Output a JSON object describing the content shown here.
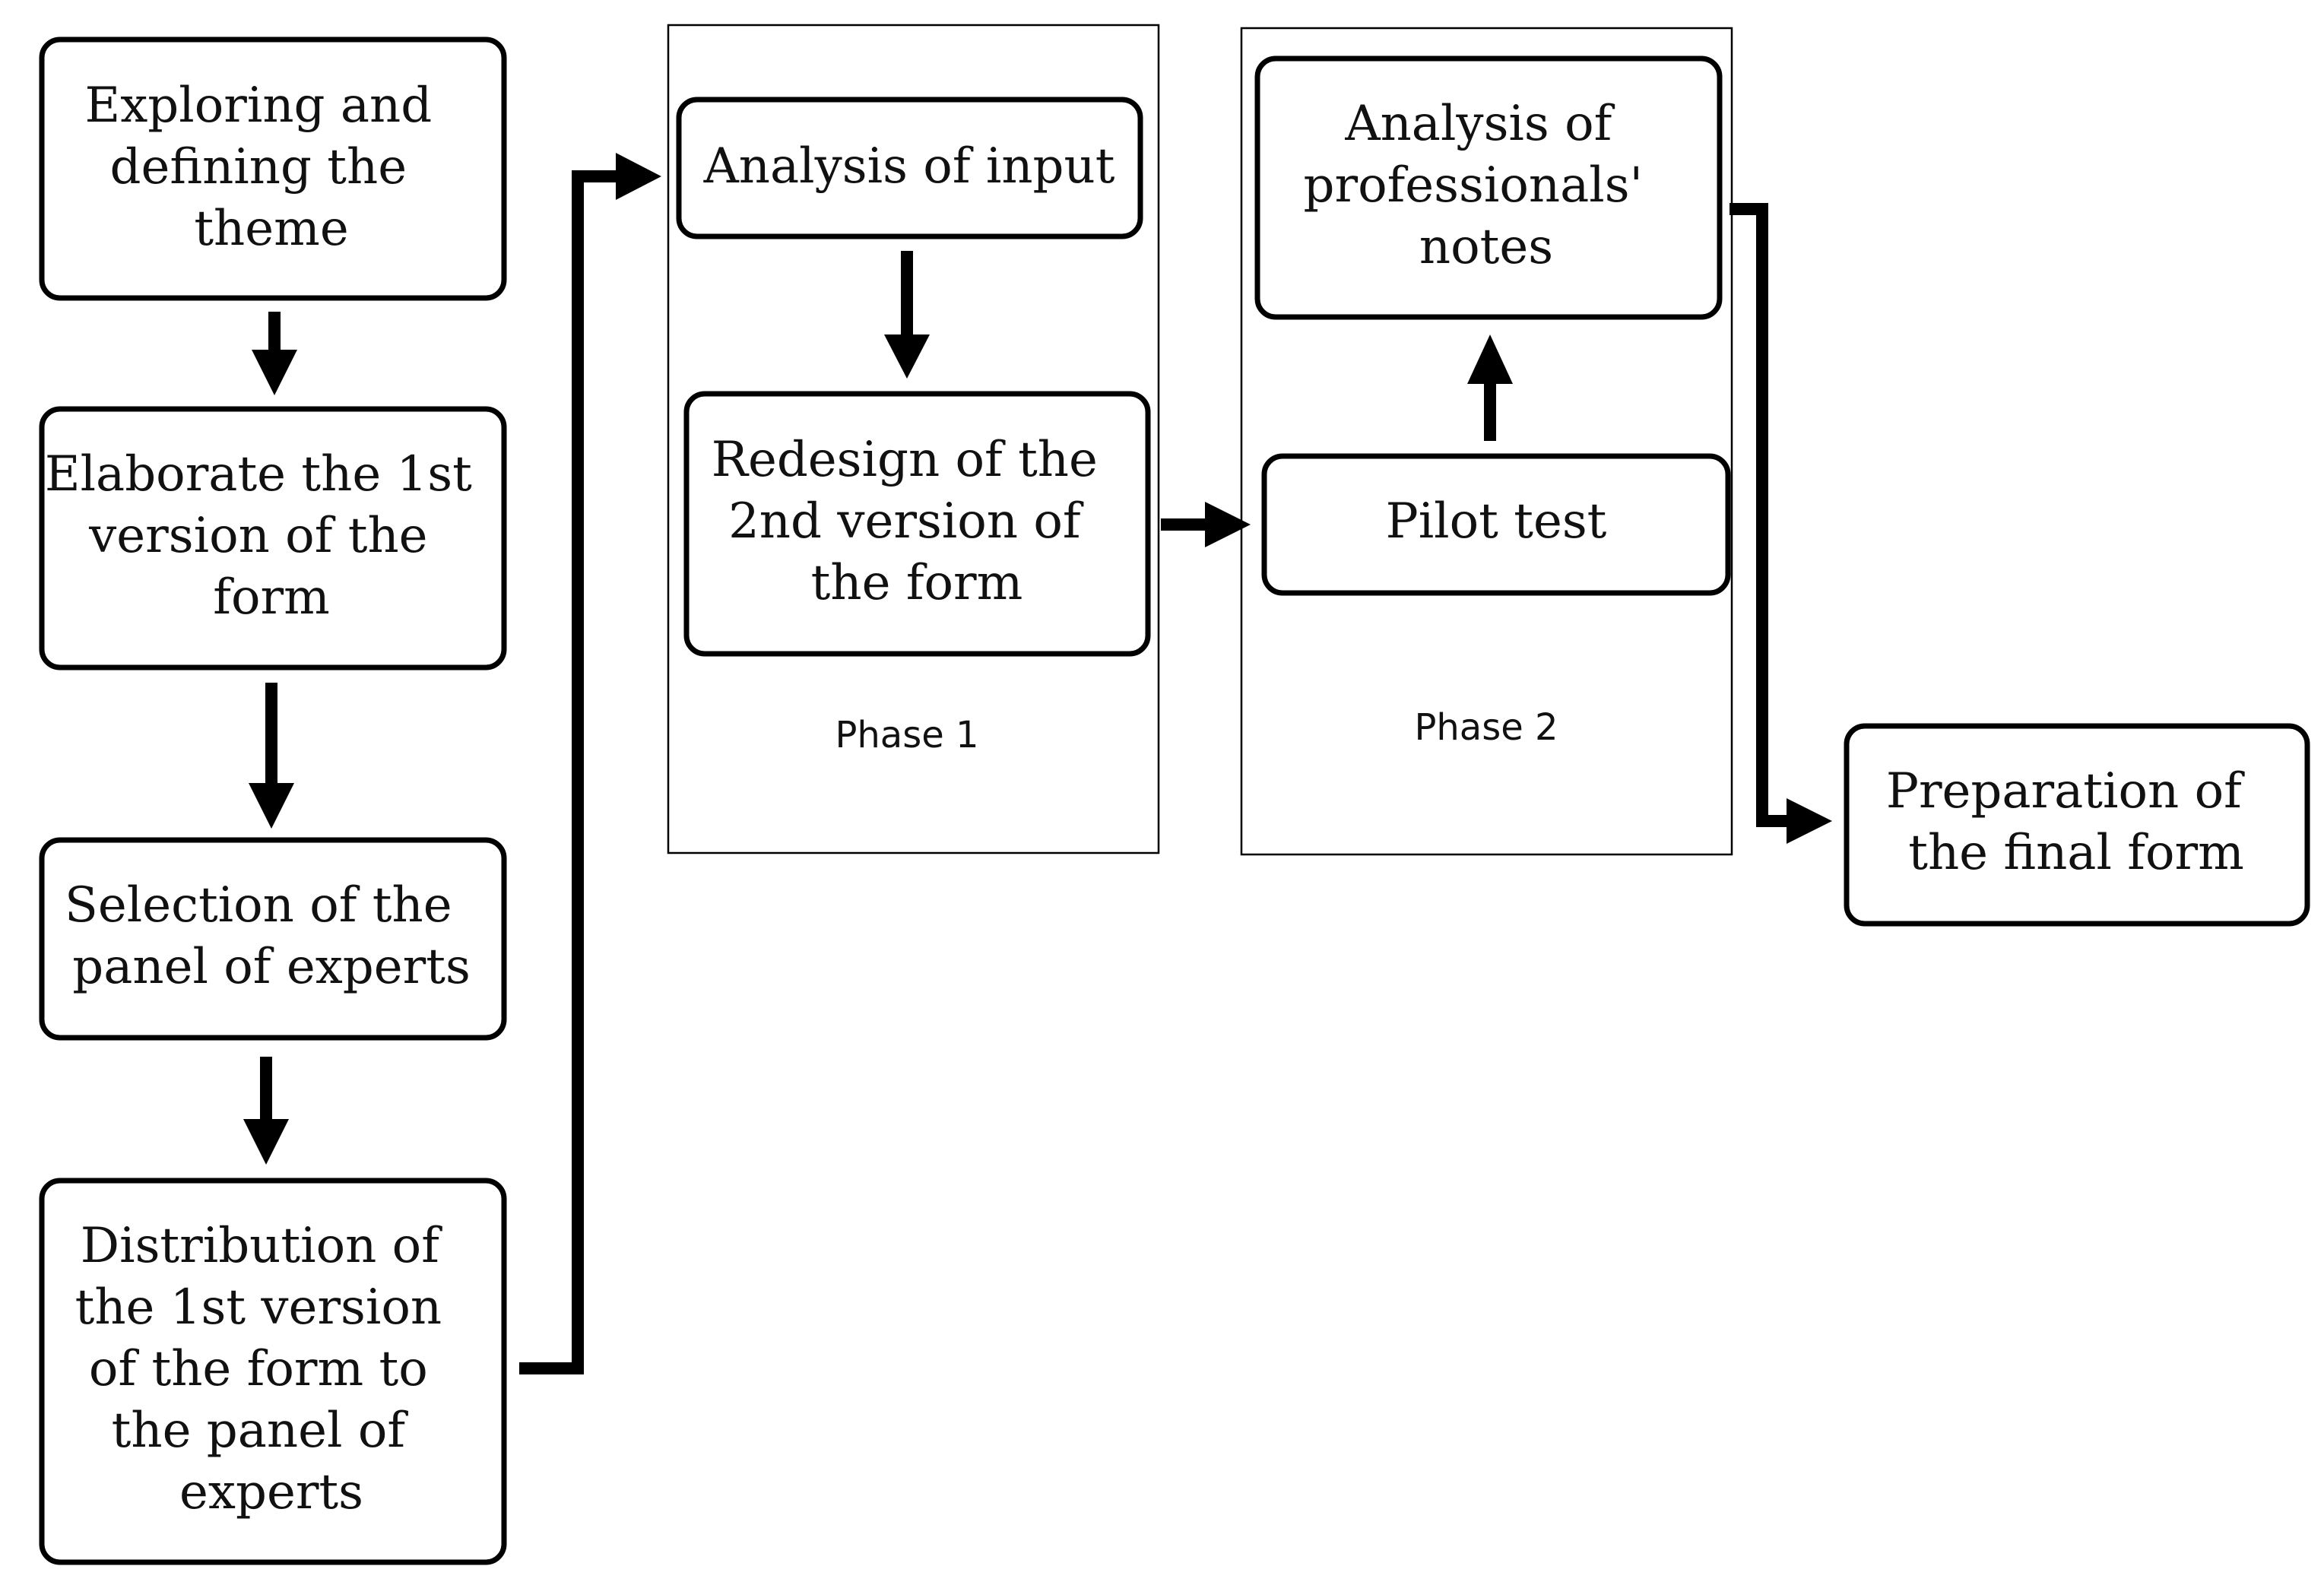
{
  "diagram": {
    "nodes": {
      "explore": {
        "lines": [
          "Exploring and",
          "defining the",
          "theme"
        ]
      },
      "elaborate": {
        "lines": [
          "Elaborate the 1st",
          "version of the",
          "form"
        ]
      },
      "selection": {
        "lines": [
          "Selection of the",
          "panel of experts"
        ]
      },
      "distribution": {
        "lines": [
          "Distribution of",
          "the 1st version",
          "of the form to",
          "the panel of",
          "experts"
        ]
      },
      "analysis_input": {
        "lines": [
          "Analysis of input"
        ]
      },
      "redesign": {
        "lines": [
          "Redesign of the",
          "2nd version of",
          "the form"
        ]
      },
      "analysis_notes": {
        "lines": [
          "Analysis of",
          "professionals'",
          "notes"
        ]
      },
      "pilot": {
        "lines": [
          "Pilot test"
        ]
      },
      "final": {
        "lines": [
          "Preparation of",
          "the final form"
        ]
      }
    },
    "phases": {
      "phase1": {
        "label": "Phase 1"
      },
      "phase2": {
        "label": "Phase 2"
      }
    }
  }
}
